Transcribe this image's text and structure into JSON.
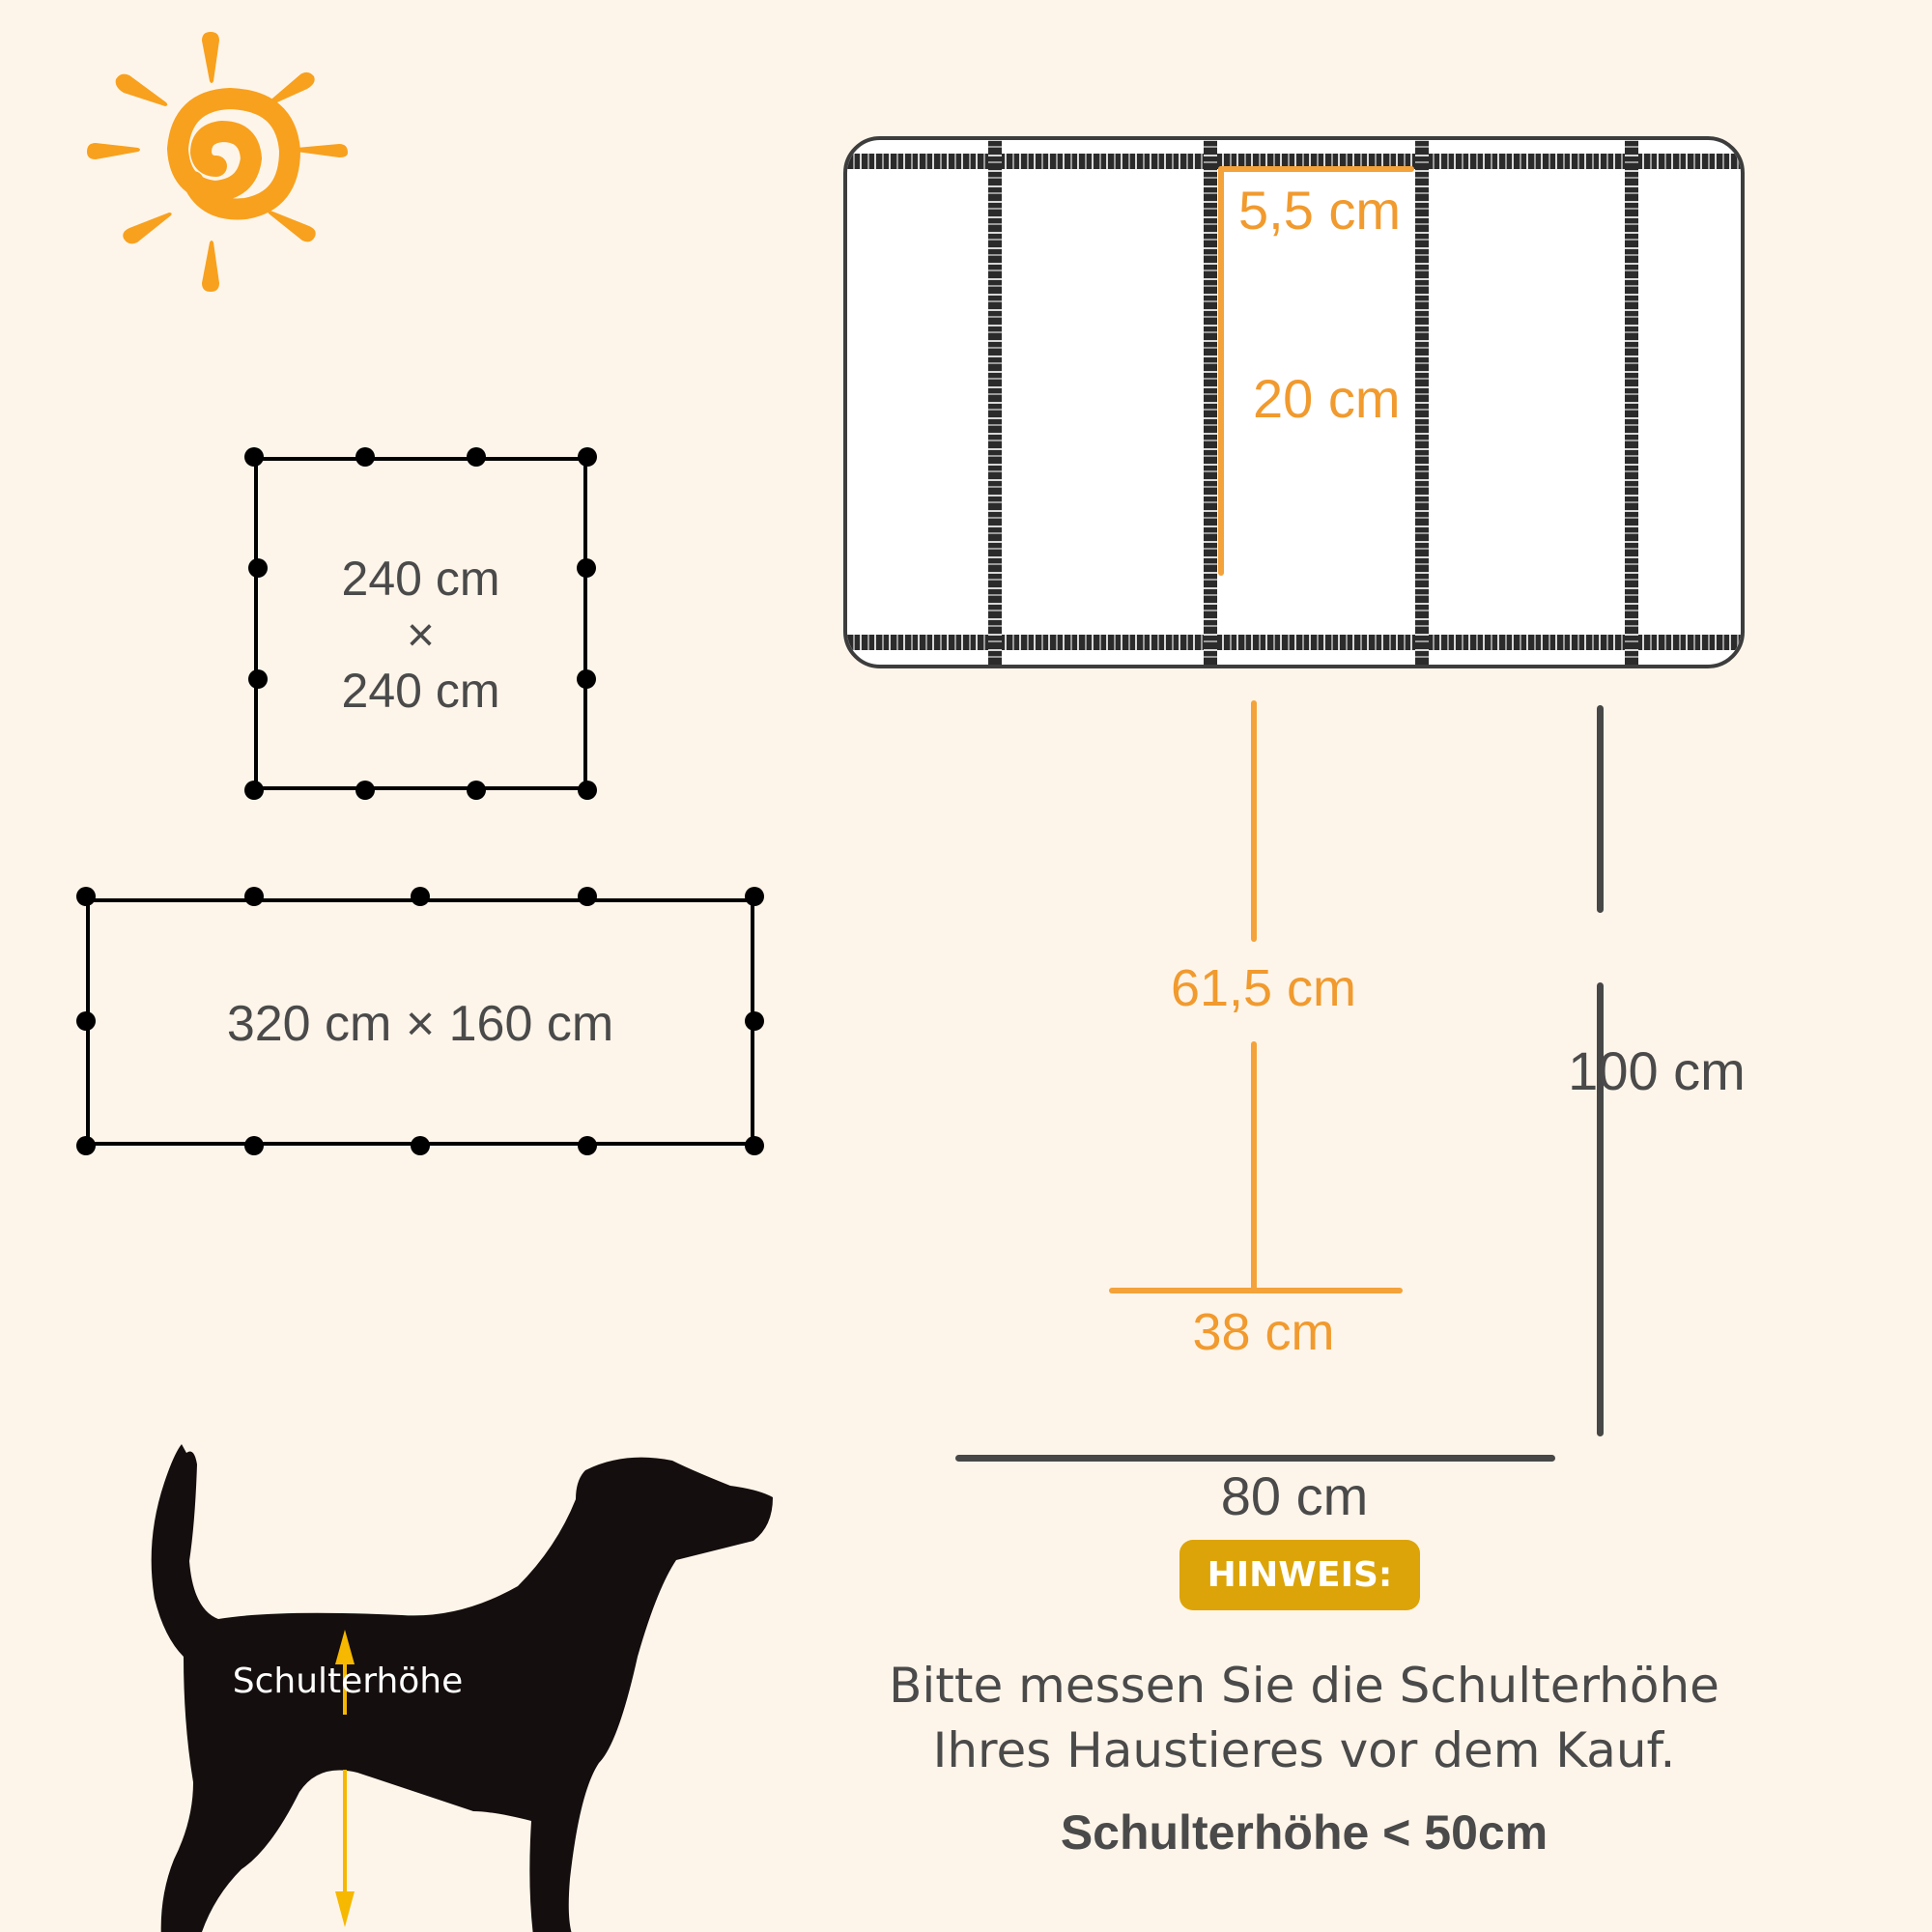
{
  "colors": {
    "background": "#FEF5EA",
    "accent_orange": "#F4A23A",
    "dimension_gray": "#474747",
    "badge_gold": "#DCA408",
    "dog_silhouette": "#150E0E",
    "arrow_yellow": "#F6B800"
  },
  "icons": {
    "sun": "sun-icon"
  },
  "run_shapes": {
    "square": {
      "label_line1": "240 cm",
      "label_sep": "×",
      "label_line2": "240 cm"
    },
    "rectangle": {
      "label": "320 cm × 160 cm"
    }
  },
  "panel": {
    "bar_gap_top": "5,5 cm",
    "bar_spacing": "20 cm"
  },
  "dimensions": {
    "panel_height_above_ground": "61,5 cm",
    "foot_width": "38 cm",
    "total_height": "100 cm",
    "total_width": "80 cm"
  },
  "notice": {
    "badge": "HINWEIS:",
    "line1": "Bitte messen Sie die Schulterhöhe",
    "line2": "Ihres Haustieres vor dem Kauf.",
    "requirement": "Schulterhöhe < 50cm"
  },
  "dog": {
    "label": "Schulterhöhe"
  }
}
